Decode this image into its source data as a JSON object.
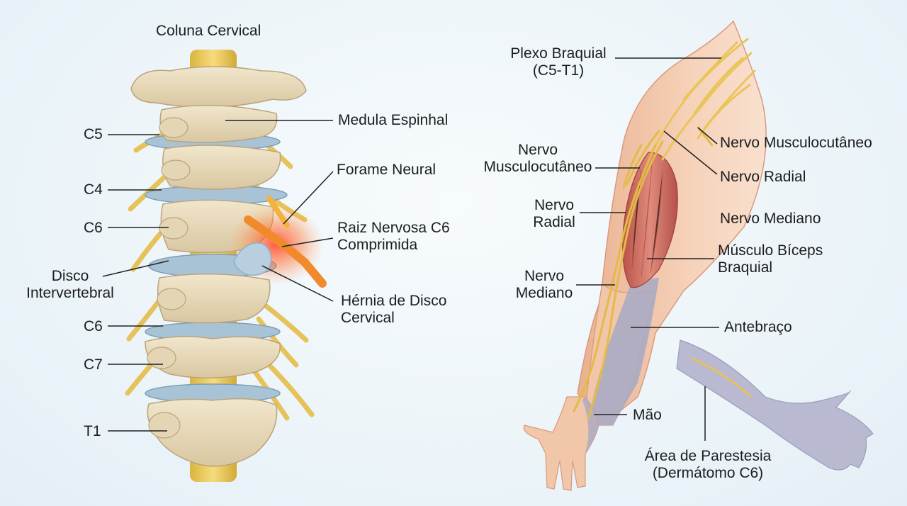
{
  "spine": {
    "title": "Coluna Cervical",
    "labels": {
      "medula": "Medula Espinhal",
      "forame": "Forame Neural",
      "raiz": "Raiz Nervosa C6\nComprimida",
      "hernia": "Hérnia de Disco\nCervical",
      "c5": "C5",
      "c4": "C4",
      "c6a": "C6",
      "disco": "Disco\nIntervertebral",
      "c6b": "C6",
      "c7": "C7",
      "t1": "T1"
    }
  },
  "arm": {
    "labels": {
      "plexo": "Plexo Braquial\n(C5-T1)",
      "musculo_left": "Nervo\nMusculocutâneo",
      "radial_left": "Nervo\nRadial",
      "mediano_left": "Nervo\nMediano",
      "musculo_right": "Nervo Musculocutâneo",
      "radial_right": "Nervo Radial",
      "mediano_right": "Nervo Mediano",
      "biceps": "Músculo Bíceps\nBraquial",
      "antebraco": "Antebraço",
      "mao": "Mão",
      "parestesia": "Área de Parestesia\n(Dermátomo C6)"
    }
  },
  "colors": {
    "bone": "#e9dcc0",
    "disc": "#a9c3d6",
    "nerve": "#e9c559",
    "skin": "#f3c9ad",
    "muscle": "#cf6f62",
    "paresthesia": "#a7a9c6",
    "inflammation": "#e8542a"
  }
}
